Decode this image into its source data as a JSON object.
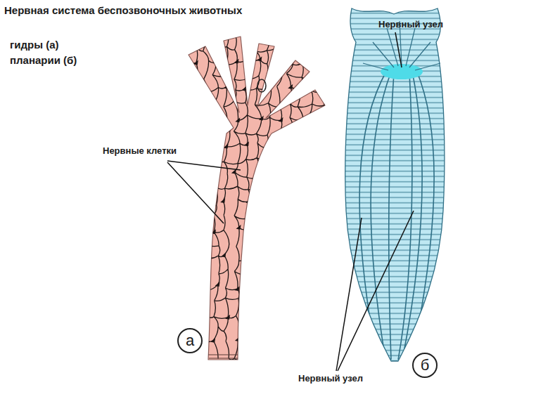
{
  "diagram": {
    "title": "Нервная система беспозвоночных животных",
    "nodes": [
      {
        "text": [
          "а"
        ]
      },
      {
        "text": [
          "б"
        ]
      }
    ],
    "labels": [
      "гидры (а)",
      "планарии (б)",
      "Нервные клетки",
      "Нервный узел",
      "Нервный узел"
    ]
  }
}
